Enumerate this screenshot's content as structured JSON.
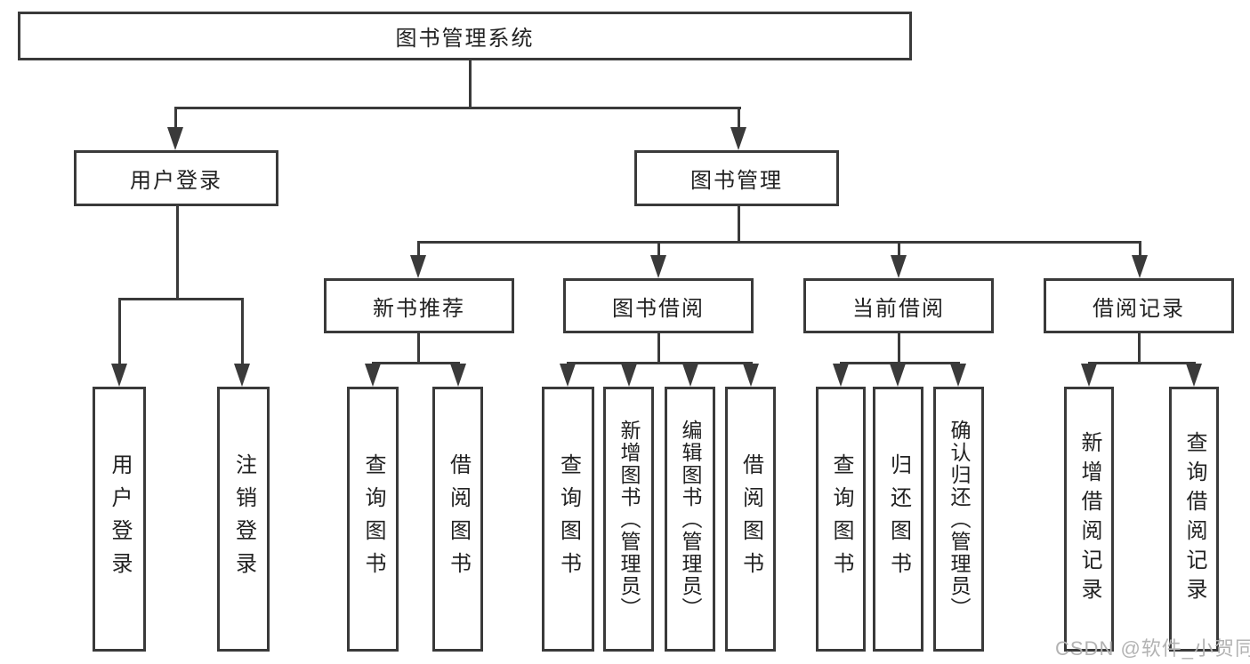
{
  "diagram": {
    "root": "图书管理系统",
    "level2": [
      "用户登录",
      "图书管理"
    ],
    "level3": [
      "新书推荐",
      "图书借阅",
      "当前借阅",
      "借阅记录"
    ],
    "leaves": {
      "user_login": [
        "用户登录",
        "注销登录"
      ],
      "new_books": [
        "查询图书",
        "借阅图书"
      ],
      "book_borrow": [
        "查询图书",
        "新增图书（管理员）",
        "编辑图书（管理员）",
        "借阅图书"
      ],
      "current_borrow": [
        "查询图书",
        "归还图书",
        "确认归还（管理员）"
      ],
      "borrow_records": [
        "新增借阅记录",
        "查询借阅记录"
      ]
    },
    "watermark": "CSDN @软件_小贺同学",
    "colors": {
      "line": "#3a3a3a",
      "text": "#222222",
      "box_background": "#ffffff",
      "watermark": "#b3b3b3"
    }
  }
}
